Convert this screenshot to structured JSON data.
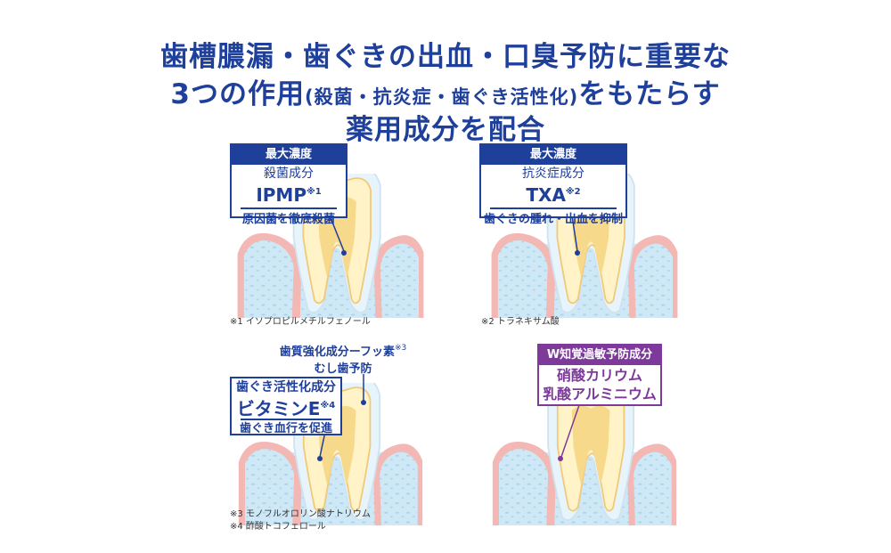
{
  "headline": {
    "line1": "歯槽膿漏・歯ぐきの出血・口臭予防に重要な",
    "line2_a": "3つの作用",
    "line2_paren": "(殺菌・抗炎症・歯ぐき活性化)",
    "line2_b": "をもたらす",
    "line3": "薬用成分を配合"
  },
  "panels": [
    {
      "cap": "最大濃度",
      "line1": "殺菌成分",
      "name": "IPMP",
      "mark": "※1",
      "line3": "原因菌を徹底殺菌",
      "note": "※1 イソプロピルメチルフェノール"
    },
    {
      "cap": "最大濃度",
      "line1": "抗炎症成分",
      "name": "TXA",
      "mark": "※2",
      "line3": "歯ぐきの腫れ・出血を抑制",
      "note": "※2 トラネキサム酸"
    },
    {
      "top_line1": "歯質強化成分ーフッ素",
      "top_mark": "※3",
      "top_line2": "むし歯予防",
      "line1": "歯ぐき活性化成分",
      "name": "ビタミンE",
      "mark": "※4",
      "line3": "歯ぐき血行を促進",
      "note1": "※3 モノフルオロリン酸ナトリウム",
      "note2": "※4 酢酸トコフェロール"
    },
    {
      "cap": "W知覚過敏予防成分",
      "line1": "硝酸カリウム",
      "line2": "乳酸アルミニウム"
    }
  ],
  "colors": {
    "navy": "#1e3f9a",
    "purple": "#7d3a9a",
    "bone": "#d6ecf7",
    "gum": "#f3b7b4",
    "tooth": "#fff3c7"
  }
}
